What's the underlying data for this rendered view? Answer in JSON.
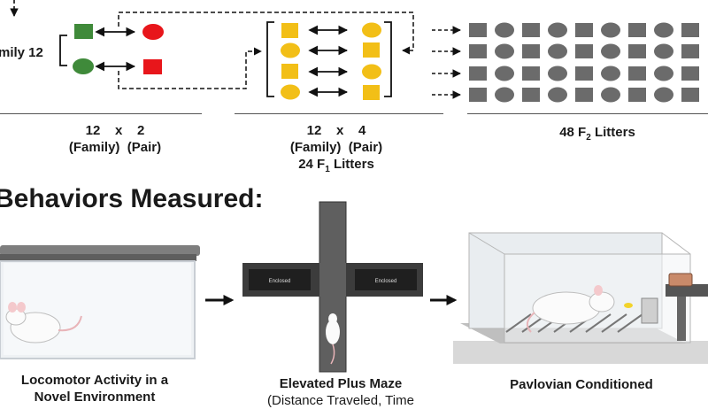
{
  "breeding": {
    "family_label": "mily 12",
    "step1": {
      "count": "12",
      "times": "x",
      "pairs": "2",
      "count_label": "(Family)",
      "pair_label": "(Pair)"
    },
    "step2": {
      "count": "12",
      "times": "x",
      "pairs": "4",
      "count_label": "(Family)",
      "pair_label": "(Pair)",
      "litters_prefix": "24 F",
      "litters_sub": "1",
      "litters_suffix": " Litters"
    },
    "step3": {
      "litters_prefix": "48 F",
      "litters_sub": "2",
      "litters_suffix": " Litters"
    },
    "colors": {
      "green": "#3f8a3a",
      "red": "#e8161b",
      "gold": "#f2bf17",
      "gray": "#6b6b6b"
    }
  },
  "behaviors": {
    "heading": "Behaviors Measured:",
    "tests": [
      {
        "title_line1": "Locomotor Activity in a",
        "title_line2": "Novel Environment"
      },
      {
        "title_line1": "Elevated Plus Maze",
        "title_line2": "(Distance Traveled, Time",
        "arm_left": "Enclosed",
        "arm_right": "Enclosed"
      },
      {
        "title_line1": "Pavlovian Conditioned"
      }
    ]
  }
}
